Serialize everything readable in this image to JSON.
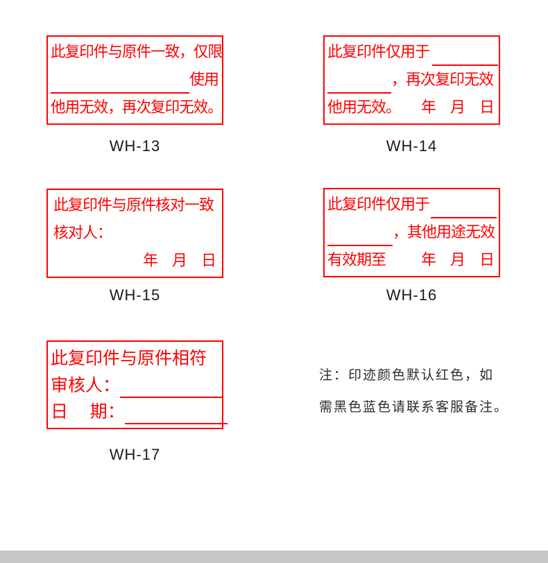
{
  "stamps": [
    {
      "code": "WH-13",
      "lines": [
        "此复印件与原件一致，仅限",
        "使用",
        "他用无效，再次复印无效。"
      ]
    },
    {
      "code": "WH-14",
      "lines": [
        "此复印件仅用于",
        "，再次复印无效",
        "他用无效。",
        "年  月  日"
      ]
    },
    {
      "code": "WH-15",
      "lines": [
        "此复印件与原件核对一致",
        "核对人：",
        "年  月  日"
      ]
    },
    {
      "code": "WH-16",
      "lines": [
        "此复印件仅用于",
        "，其他用途无效",
        "有效期至",
        "年  月  日"
      ]
    },
    {
      "code": "WH-17",
      "lines": [
        "此复印件与原件相符",
        "审核人：",
        "日    期："
      ]
    }
  ],
  "note": {
    "line1": "注：印迹颜色默认红色，如",
    "line2": "需黑色蓝色请联系客服备注。"
  },
  "colors": {
    "stamp_red": "#ff0000",
    "label_text": "#1a1a1a",
    "footer_gray": "#c8c8c8"
  }
}
